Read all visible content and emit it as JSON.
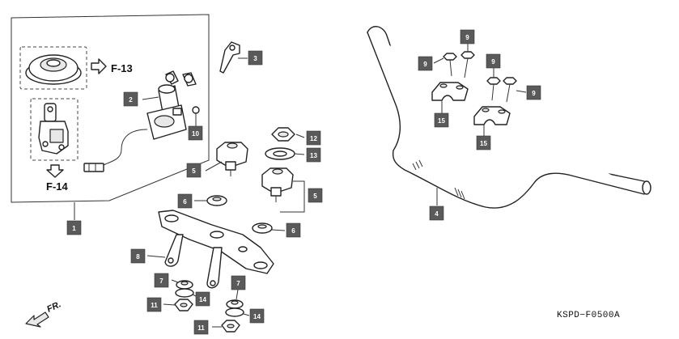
{
  "diagram": {
    "callouts": [
      "1",
      "2",
      "3",
      "4",
      "5",
      "5",
      "6",
      "6",
      "7",
      "7",
      "8",
      "9",
      "9",
      "9",
      "9",
      "10",
      "11",
      "11",
      "12",
      "13",
      "14",
      "14",
      "15",
      "15"
    ],
    "refs": {
      "f13": "F-13",
      "f14": "F-14"
    },
    "direction_label": "FR.",
    "drawing_code": "KSPD−F0500A"
  }
}
